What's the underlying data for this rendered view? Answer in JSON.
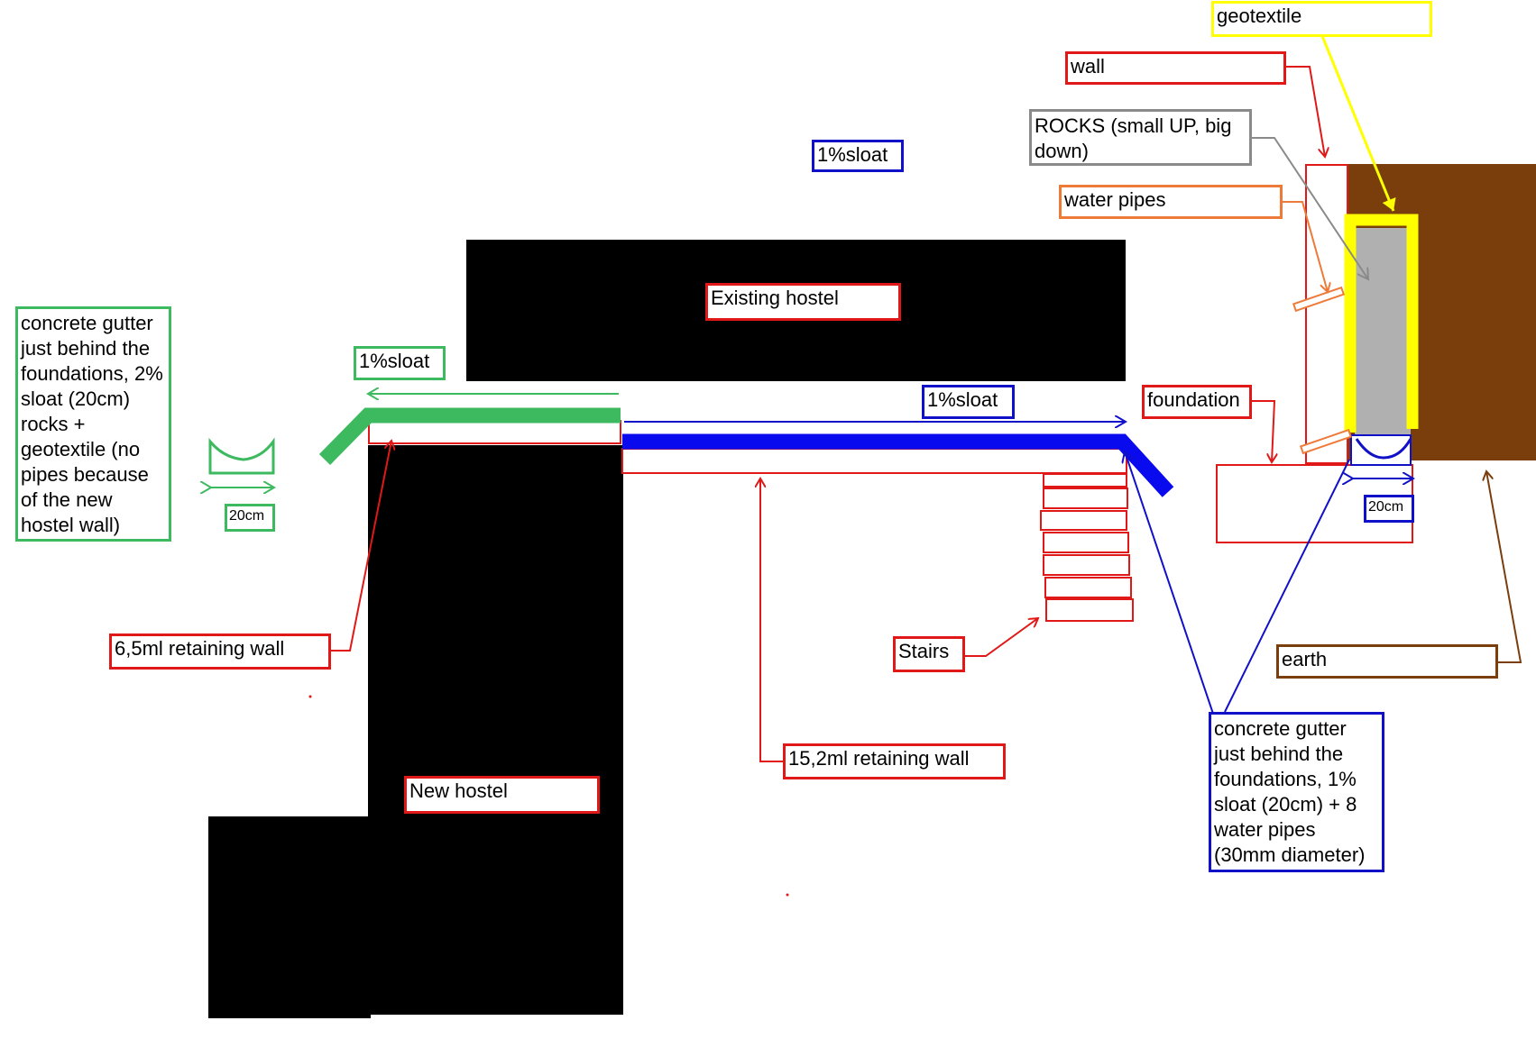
{
  "labels": {
    "geotextile": "geotextile",
    "wall": "wall",
    "rocks": "ROCKS (small UP, big down)",
    "water_pipes": "water pipes",
    "slope_top": "1%sloat",
    "existing_hostel": "Existing hostel",
    "slope_green": "1%sloat",
    "slope_blue": "1%sloat",
    "foundation": "foundation",
    "green_gutter_note": "concrete gutter just behind the foundations, 2% sloat (20cm) rocks + geotextile (no pipes because of the new hostel wall)",
    "width_green": "20cm",
    "width_blue": "20cm",
    "retaining_wall_short": "6,5ml retaining wall",
    "stairs": "Stairs",
    "earth": "earth",
    "retaining_wall_long": "15,2ml retaining wall",
    "new_hostel": "New hostel",
    "blue_gutter_note": "concrete gutter just behind the foundations, 1% sloat (20cm) + 8 water pipes (30mm diameter)"
  },
  "colors": {
    "red": "#e01818",
    "green": "#3dba5f",
    "blue": "#1010c8",
    "gray": "#8a8a8a",
    "yellow": "#ffff00",
    "orange": "#ee7a3a",
    "brown": "#7a3d0c",
    "black": "#000000",
    "rocks_fill": "#b0b0b0"
  }
}
